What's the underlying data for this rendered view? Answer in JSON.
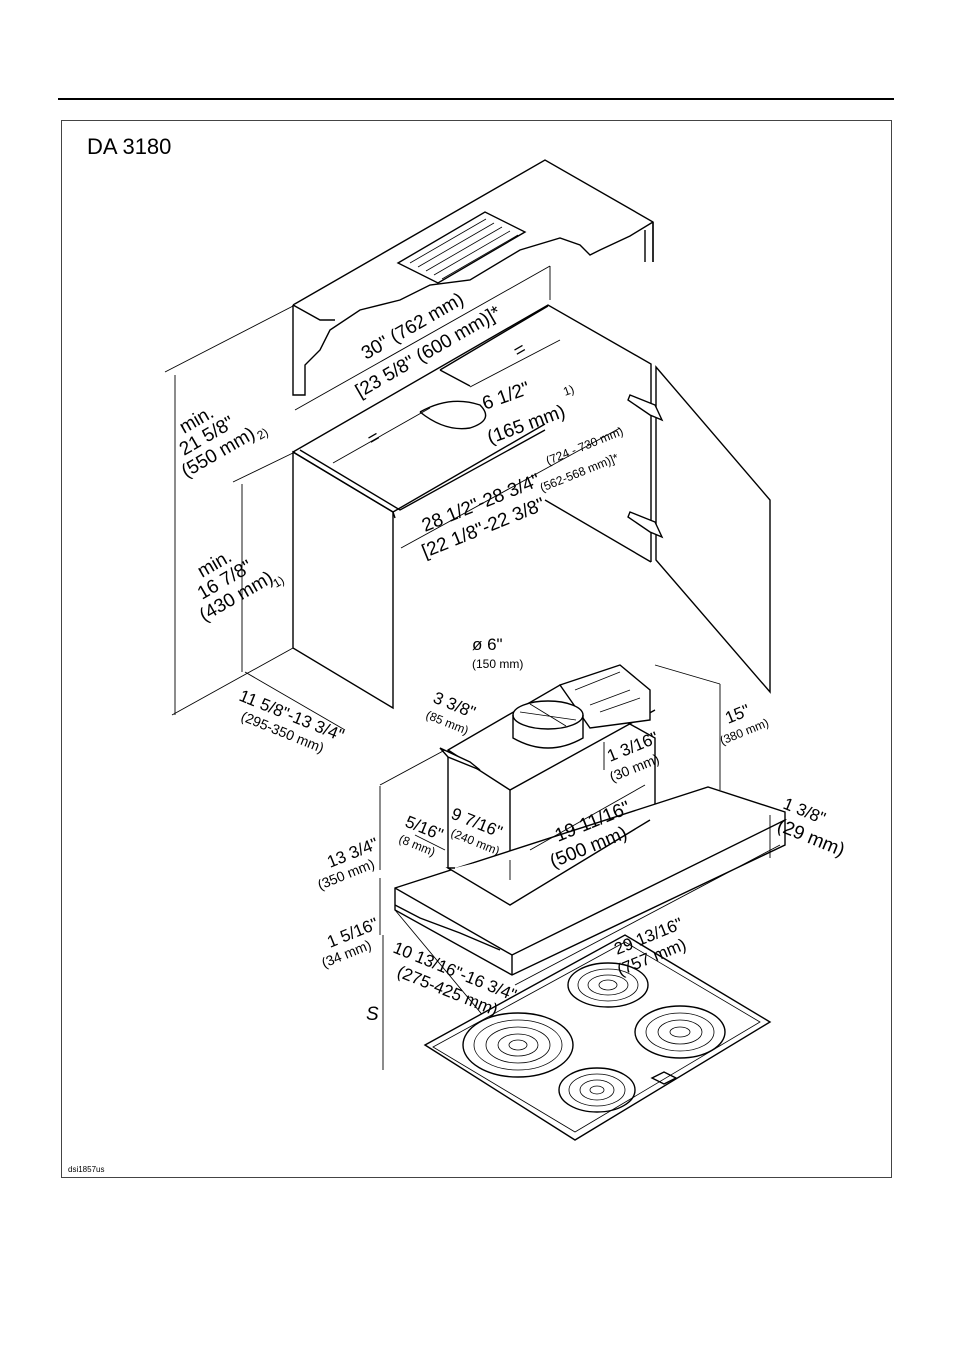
{
  "page": {
    "model": "DA 3180",
    "figure_code": "dsi1857us"
  },
  "dimensions": {
    "width_30": "30\" (762 mm)",
    "width_23": "[23 5/8\" (600 mm)]*",
    "equal_left": "=",
    "equal_right": "=",
    "duct_offset_1": "6 1/2\"",
    "duct_offset_2": "(165 mm)",
    "duct_offset_note": "1)",
    "cab_height_1": "min.",
    "cab_height_2": "21 5/8\"",
    "cab_height_3": "(550 mm)",
    "cab_height_note": "2)",
    "inner_height_1": "min.",
    "inner_height_2": "16 7/8\"",
    "inner_height_3": "(430 mm)",
    "inner_height_note": "1)",
    "inner_width_1": "28 1/2\"-28 3/4\"",
    "inner_width_1b": "(724 - 730 mm)",
    "inner_width_2": "[22 1/8\"-22 3/8\"",
    "inner_width_2b": "(562-568 mm)]*",
    "cab_depth_1": "11 5/8\"-13 3/4\"",
    "cab_depth_2": "(295-350 mm)",
    "duct_dia_1": "ø 6\"",
    "duct_dia_2": "(150 mm)",
    "collar_off_1": "3 3/8\"",
    "collar_off_2": "(85 mm)",
    "collar_h_1": "1 3/16\"",
    "collar_h_2": "(30 mm)",
    "body_h_1": "15\"",
    "body_h_2": "(380 mm)",
    "body_d_1": "9 7/16\"",
    "body_d_2": "(240 mm)",
    "body_w_1": "19 11/16\"",
    "body_w_2": "(500 mm)",
    "lip_1": "5/16\"",
    "lip_2": "(8 mm)",
    "hood_h_1": "13 3/4\"",
    "hood_h_2": "(350 mm)",
    "panel_h_1": "1 3/8\"",
    "panel_h_2": "(29 mm)",
    "front_h_1": "1 5/16\"",
    "front_h_2": "(34 mm)",
    "hood_w_1": "29 13/16\"",
    "hood_w_2": "(757 mm)",
    "hood_d_1": "10 13/16\"-16 3/4\"",
    "hood_d_2": "(275-425 mm)",
    "safety": "S"
  }
}
